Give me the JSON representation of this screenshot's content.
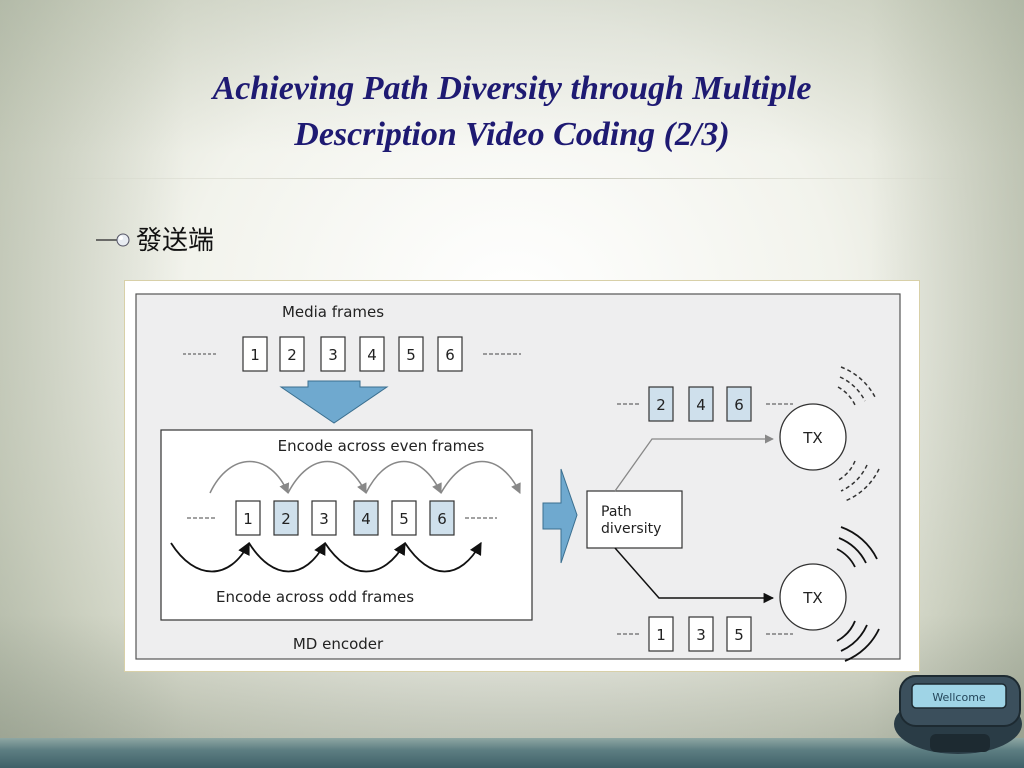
{
  "slide": {
    "title_line1": "Achieving Path Diversity through Multiple",
    "title_line2": "Description Video Coding (2/3)",
    "bullet": "發送端"
  },
  "diagram": {
    "media_frames_label": "Media frames",
    "media_frames": [
      "1",
      "2",
      "3",
      "4",
      "5",
      "6"
    ],
    "encode_even_label": "Encode across even frames",
    "encode_odd_label": "Encode across odd frames",
    "md_encoder_label": "MD encoder",
    "encoded_frames": [
      "1",
      "2",
      "3",
      "4",
      "5",
      "6"
    ],
    "path_diversity_label_line1": "Path",
    "path_diversity_label_line2": "diversity",
    "even_stream": [
      "2",
      "4",
      "6"
    ],
    "odd_stream": [
      "1",
      "3",
      "5"
    ],
    "tx_label": "TX"
  },
  "decor": {
    "device_screen_text": "Wellcome"
  },
  "colors": {
    "title": "#1e1a72",
    "arrow_fill": "#6fa9cf",
    "even_frame_fill": "#cfe0ec",
    "diagram_bg": "#eeeeef"
  }
}
